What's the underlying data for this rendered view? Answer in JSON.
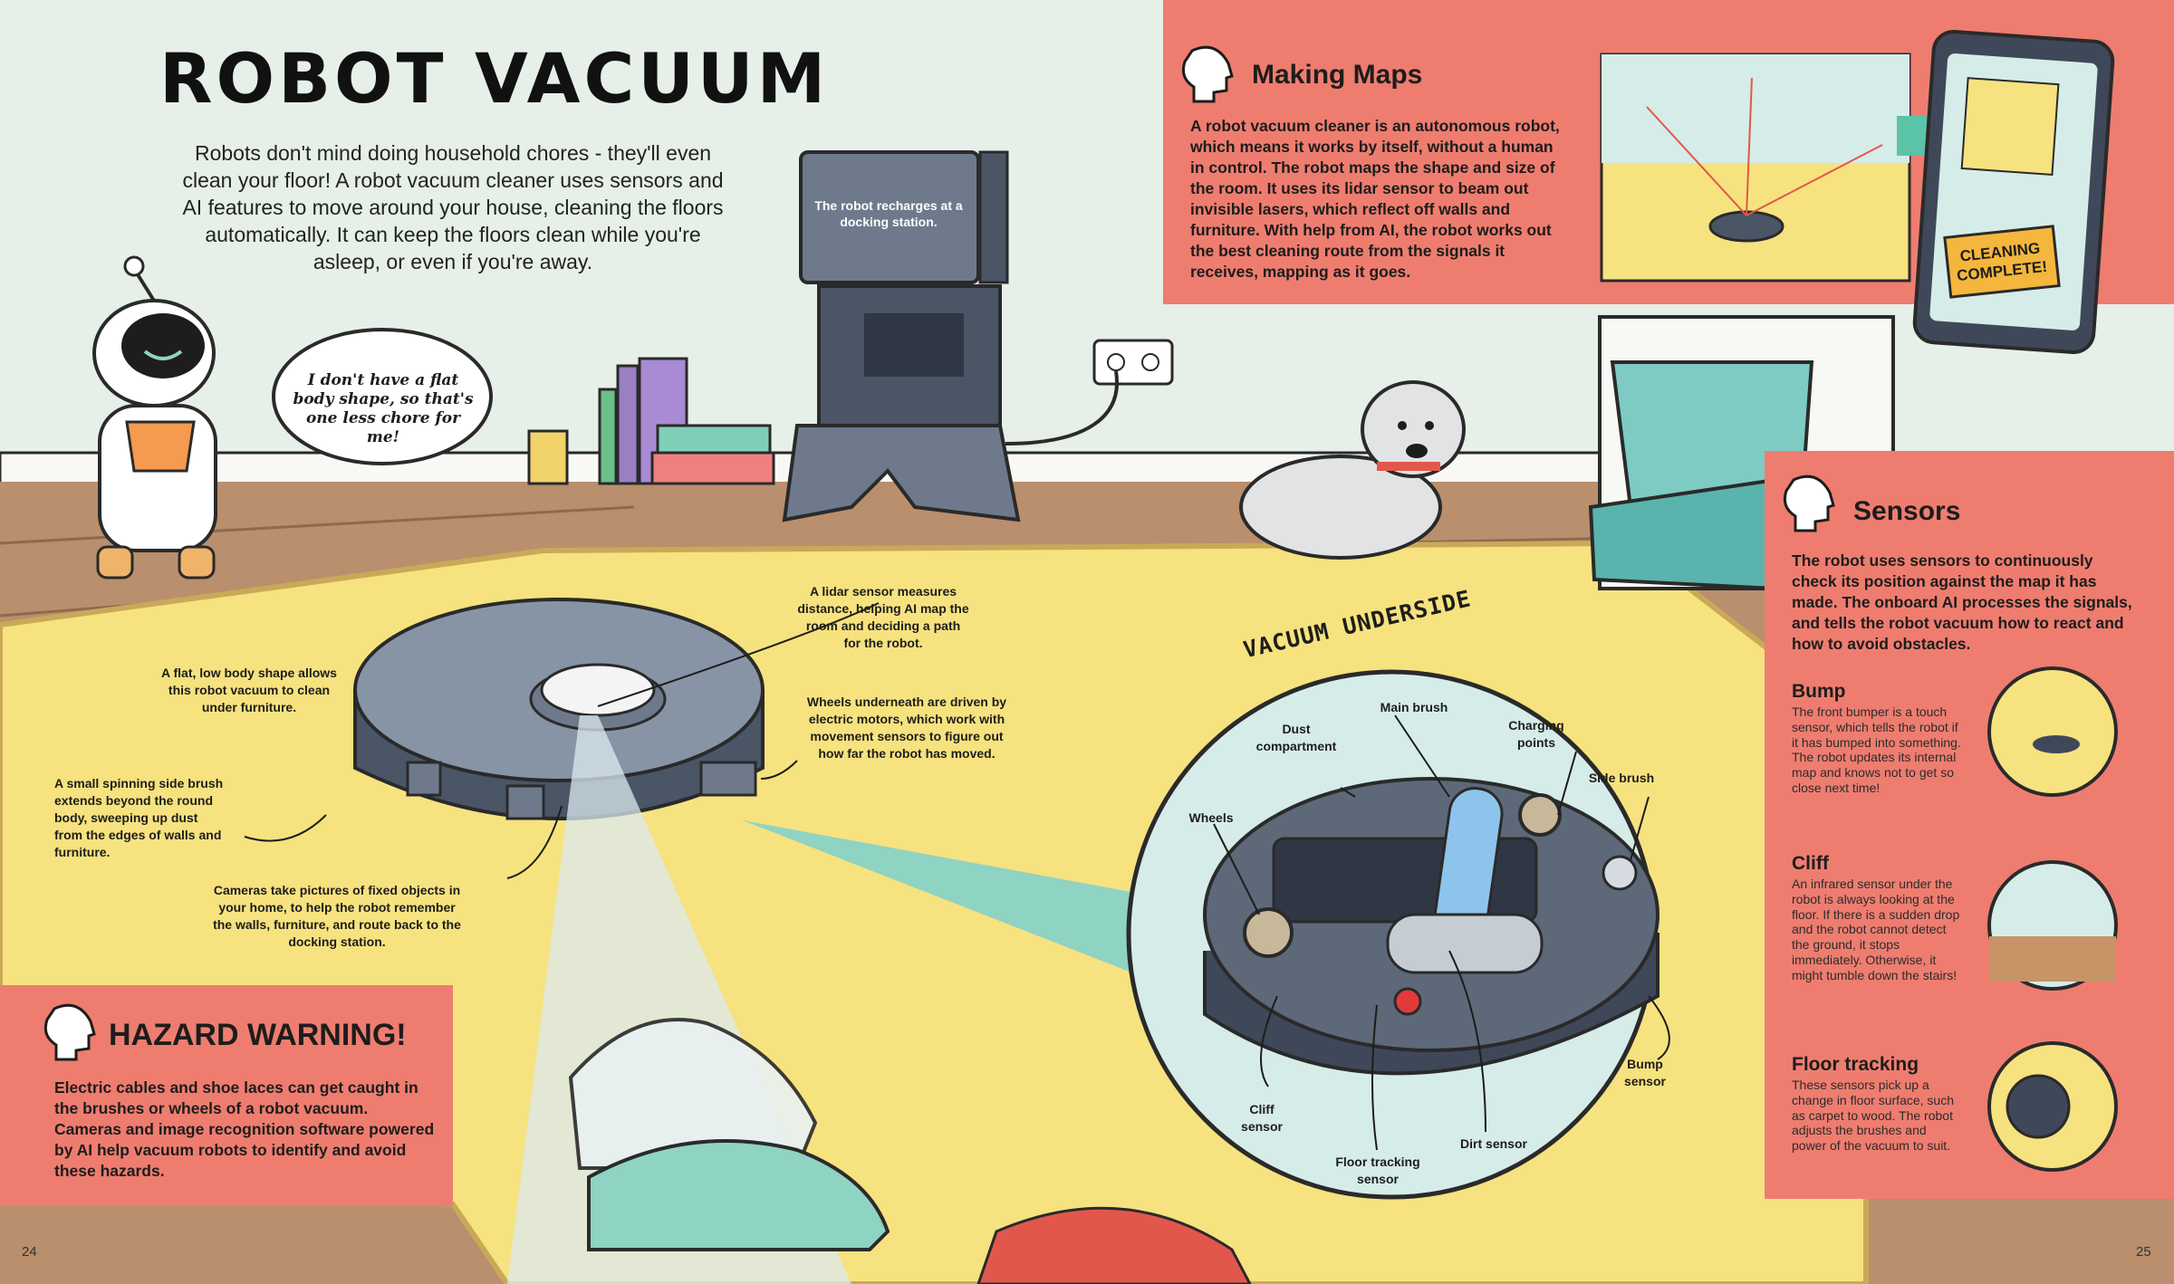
{
  "title": "ROBOT VACUUM",
  "intro": "Robots don't mind doing household chores - they'll even clean your floor! A robot vacuum cleaner uses sensors and AI features to move around your house, cleaning the floors automatically. It can keep the floors clean while you're asleep, or even if you're away.",
  "robot_speech": "I don't have a flat body shape, so that's one less chore for me!",
  "dock_label": "The robot recharges at a docking station.",
  "callouts": {
    "lidar": "A lidar sensor measures distance, helping AI map the room and deciding a path for the robot.",
    "flat_body": "A flat, low body shape allows this robot vacuum to clean under furniture.",
    "wheels": "Wheels underneath are driven by electric motors, which work with movement sensors to figure out how far the robot has moved.",
    "side_brush": "A small spinning side brush extends beyond the round body, sweeping up dust from the edges of walls and furniture.",
    "cameras": "Cameras take pictures of fixed objects in your home, to help the robot remember the walls, furniture, and route back to the docking station."
  },
  "underside": {
    "title": "VACUUM UNDERSIDE",
    "labels": {
      "dust_compartment": "Dust compartment",
      "main_brush": "Main brush",
      "charging_points": "Charging points",
      "side_brush": "Side brush",
      "wheels": "Wheels",
      "bump_sensor": "Bump sensor",
      "cliff_sensor": "Cliff sensor",
      "floor_tracking_sensor": "Floor tracking sensor",
      "dirt_sensor": "Dirt sensor"
    }
  },
  "making_maps": {
    "heading": "Making Maps",
    "body_before": "A robot vacuum cleaner is an ",
    "body_bold": "autonomous",
    "body_after": " robot, which means it works by itself, without a human in control. The robot maps the shape and size of the room. It uses its lidar sensor to beam out invisible lasers, which reflect off walls and furniture. With help from AI, the robot works out the best cleaning route from the signals it receives, mapping as it goes.",
    "phone_text": "CLEANING COMPLETE!"
  },
  "sensors": {
    "heading": "Sensors",
    "body": "The robot uses sensors to continuously check its position against the map it has made. The onboard AI processes the signals, and tells the robot vacuum how to react and how to avoid obstacles.",
    "items": [
      {
        "title": "Bump",
        "text": "The front bumper is a touch sensor, which tells the robot if it has bumped into something. The robot updates its internal map and knows not to get so close next time!"
      },
      {
        "title": "Cliff",
        "text": "An infrared sensor under the robot is always looking at the floor. If there is a sudden drop and the robot cannot detect the ground, it stops immediately. Otherwise, it might tumble down the stairs!"
      },
      {
        "title": "Floor tracking",
        "text": "These sensors pick up a change in floor surface, such as carpet to wood. The robot adjusts the brushes and power of the vacuum to suit."
      }
    ]
  },
  "hazard": {
    "heading": "HAZARD WARNING!",
    "body": "Electric cables and shoe laces can get caught in the brushes or wheels of a robot vacuum. Cameras and image recognition software powered by AI help vacuum robots to identify and avoid these hazards."
  },
  "page_numbers": {
    "left": "24",
    "right": "25"
  },
  "colors": {
    "wall": "#e6efe8",
    "floor": "#b98f6d",
    "rug": "#f6e27f",
    "panel": "#ee7d70",
    "robot": "#4a5566",
    "teal": "#8fd3c2"
  }
}
